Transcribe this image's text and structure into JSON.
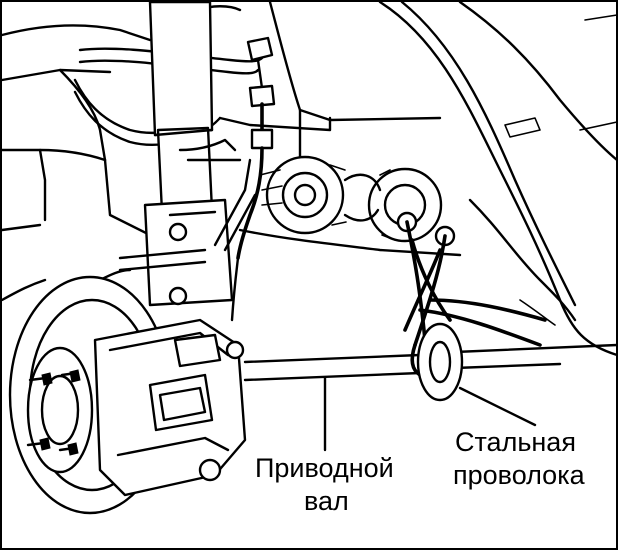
{
  "labels": {
    "drive_shaft_line1": "Приводной",
    "drive_shaft_line2": "вал",
    "steel_wire_line1": "Стальная",
    "steel_wire_line2": "проволока"
  },
  "colors": {
    "ink": "#000000",
    "paper": "#ffffff"
  }
}
